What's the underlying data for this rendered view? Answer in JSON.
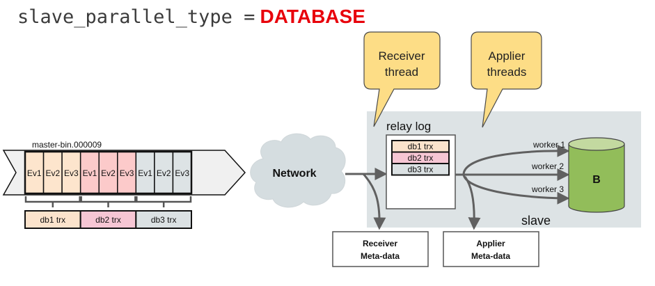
{
  "title": {
    "setting": "slave_parallel_type =",
    "value": "DATABASE",
    "value_color": "#e8000b"
  },
  "master": {
    "binlog_name": "master-bin.000009",
    "events": [
      {
        "label": "Ev1",
        "group": "db1"
      },
      {
        "label": "Ev2",
        "group": "db1"
      },
      {
        "label": "Ev3",
        "group": "db1"
      },
      {
        "label": "Ev1",
        "group": "db2"
      },
      {
        "label": "Ev2",
        "group": "db2"
      },
      {
        "label": "Ev3",
        "group": "db2"
      },
      {
        "label": "Ev1",
        "group": "db3"
      },
      {
        "label": "Ev2",
        "group": "db3"
      },
      {
        "label": "Ev3",
        "group": "db3"
      }
    ],
    "transactions": [
      {
        "id": "db1",
        "label": "db1 trx",
        "color": "#fbe3cc"
      },
      {
        "id": "db2",
        "label": "db2 trx",
        "color": "#f6c6d4"
      },
      {
        "id": "db3",
        "label": "db3 trx",
        "color": "#dbe1e3"
      }
    ],
    "event_colors": {
      "db1": "#fde5cd",
      "db2": "#fccaca",
      "db3": "#dde3e5"
    }
  },
  "network": {
    "label": "Network"
  },
  "callouts": {
    "receiver": {
      "line1": "Receiver",
      "line2": "thread"
    },
    "applier": {
      "line1": "Applier",
      "line2": "threads"
    },
    "color": "#fddd86"
  },
  "slave": {
    "label": "slave",
    "relay_log_label": "relay log",
    "relay_entries": [
      "db1 trx",
      "db2 trx",
      "db3 trx"
    ],
    "workers": [
      "worker 1",
      "worker 2",
      "worker 3"
    ],
    "database_label": "B",
    "background": "#dde3e5",
    "db_color": "#92bd5a"
  },
  "metadata": {
    "receiver": {
      "line1": "Receiver",
      "line2": "Meta-data"
    },
    "applier": {
      "line1": "Applier",
      "line2": "Meta-data"
    }
  }
}
